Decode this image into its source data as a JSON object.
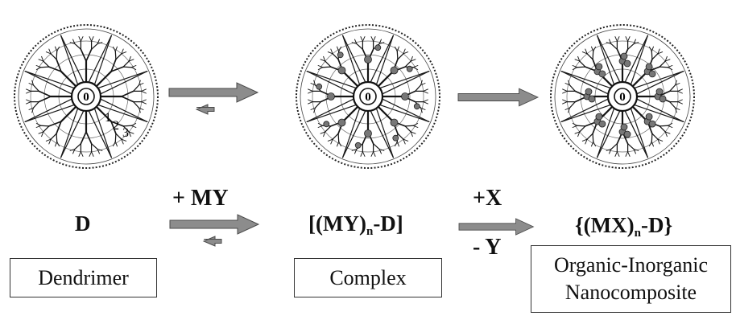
{
  "stages": [
    {
      "symbol": "D",
      "caption": "Dendrimer"
    },
    {
      "symbol_prefix": "[(MY)",
      "symbol_sub": "n",
      "symbol_suffix": "-D]",
      "caption": "Complex"
    },
    {
      "symbol_prefix": "{(MX)",
      "symbol_sub": "n",
      "symbol_suffix": "-D}",
      "caption_line1": "Organic-Inorganic",
      "caption_line2": "Nanocomposite"
    }
  ],
  "core_label": "0",
  "generation_labels": [
    "1",
    "2",
    "3"
  ],
  "reactions": [
    {
      "reagent": "+ MY"
    },
    {
      "reagent_add": "+X",
      "reagent_remove": "- Y"
    }
  ],
  "colors": {
    "ink": "#111111",
    "arrow_fill": "#8c8c8c",
    "arrow_stroke": "#4a4a4a",
    "particle": "#777777"
  }
}
